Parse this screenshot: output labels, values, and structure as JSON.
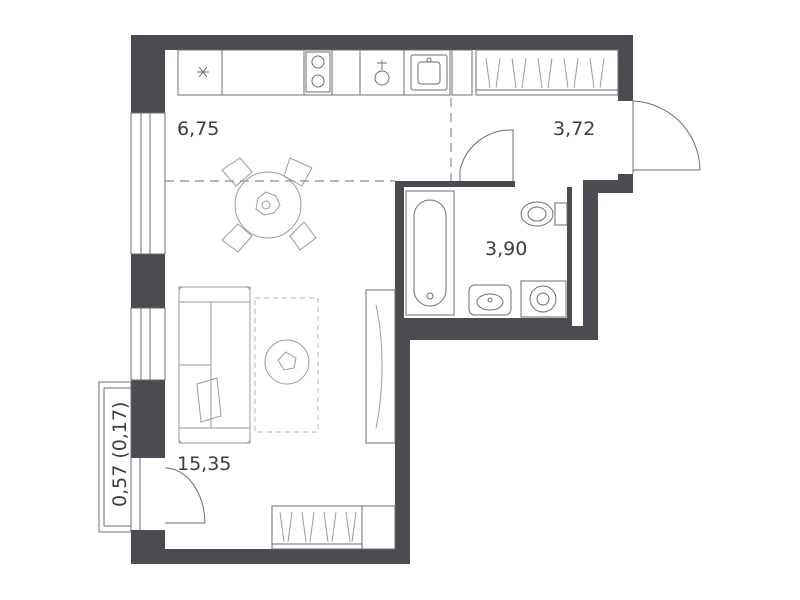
{
  "rooms": [
    {
      "id": "kitchen",
      "area": "6,75"
    },
    {
      "id": "hall",
      "area": "3,72"
    },
    {
      "id": "bathroom",
      "area": "3,90"
    },
    {
      "id": "living",
      "area": "15,35"
    }
  ],
  "balcony": {
    "label": "0,57 (0,17)"
  },
  "colors": {
    "wall": "#4b4c52",
    "text": "#3c3d42",
    "furniture": "#9a9ba0"
  }
}
